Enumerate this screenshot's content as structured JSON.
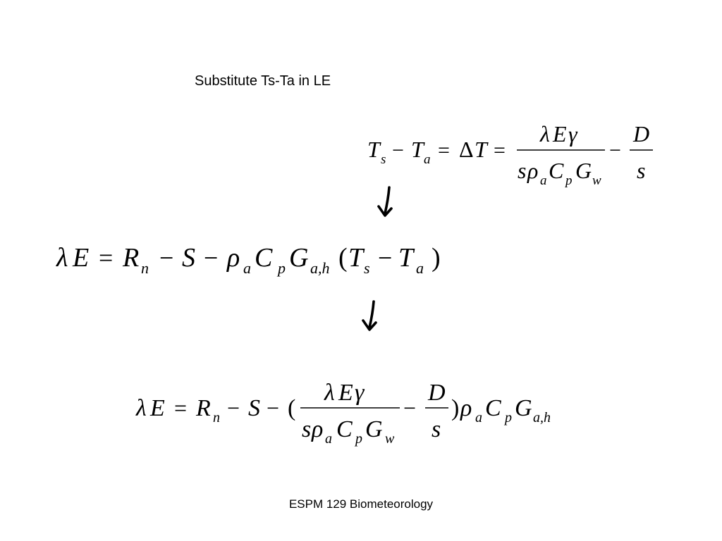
{
  "slide": {
    "title": "Substitute Ts-Ta in LE",
    "footer": "ESPM 129 Biometeorology"
  },
  "equations": {
    "eq1": {
      "T": "T",
      "s": "s",
      "minus1": "−",
      "T2": "T",
      "a": "a",
      "eq1": "=",
      "Delta": "Δ",
      "T3": "T",
      "eq2": "=",
      "num_lambda": "λ",
      "num_E": "E",
      "num_gamma": "γ",
      "den_s": "s",
      "den_rho": "ρ",
      "den_a": "a",
      "den_C": "C",
      "den_p": "p",
      "den_G": "G",
      "den_w": "w",
      "minus2": "−",
      "frac2_num": "D",
      "frac2_den": "s"
    },
    "eq2": {
      "lambda": "λ",
      "E": "E",
      "eq": "=",
      "R": "R",
      "n": "n",
      "minus1": "−",
      "S": "S",
      "minus2": "−",
      "rho": "ρ",
      "a": "a",
      "C": "C",
      "p": "p",
      "G": "G",
      "ah": "a,h",
      "lparen": "(",
      "T": "T",
      "s": "s",
      "minus3": "−",
      "T2": "T",
      "a2": "a",
      "rparen": ")"
    },
    "eq3": {
      "lambda": "λ",
      "E": "E",
      "eq": "=",
      "R": "R",
      "n": "n",
      "minus1": "−",
      "S": "S",
      "minus2": "−",
      "lparen": "(",
      "num_lambda": "λ",
      "num_E": "E",
      "num_gamma": "γ",
      "den_s": "s",
      "den_rho": "ρ",
      "den_a": "a",
      "den_C": "C",
      "den_p": "p",
      "den_G": "G",
      "den_w": "w",
      "minus3": "−",
      "frac2_num": "D",
      "frac2_den": "s",
      "rparen": ")",
      "rho": "ρ",
      "a": "a",
      "C": "C",
      "p": "p",
      "G": "G",
      "ah": "a,h"
    }
  },
  "arrows": {
    "icon": "down-arrow-icon"
  }
}
